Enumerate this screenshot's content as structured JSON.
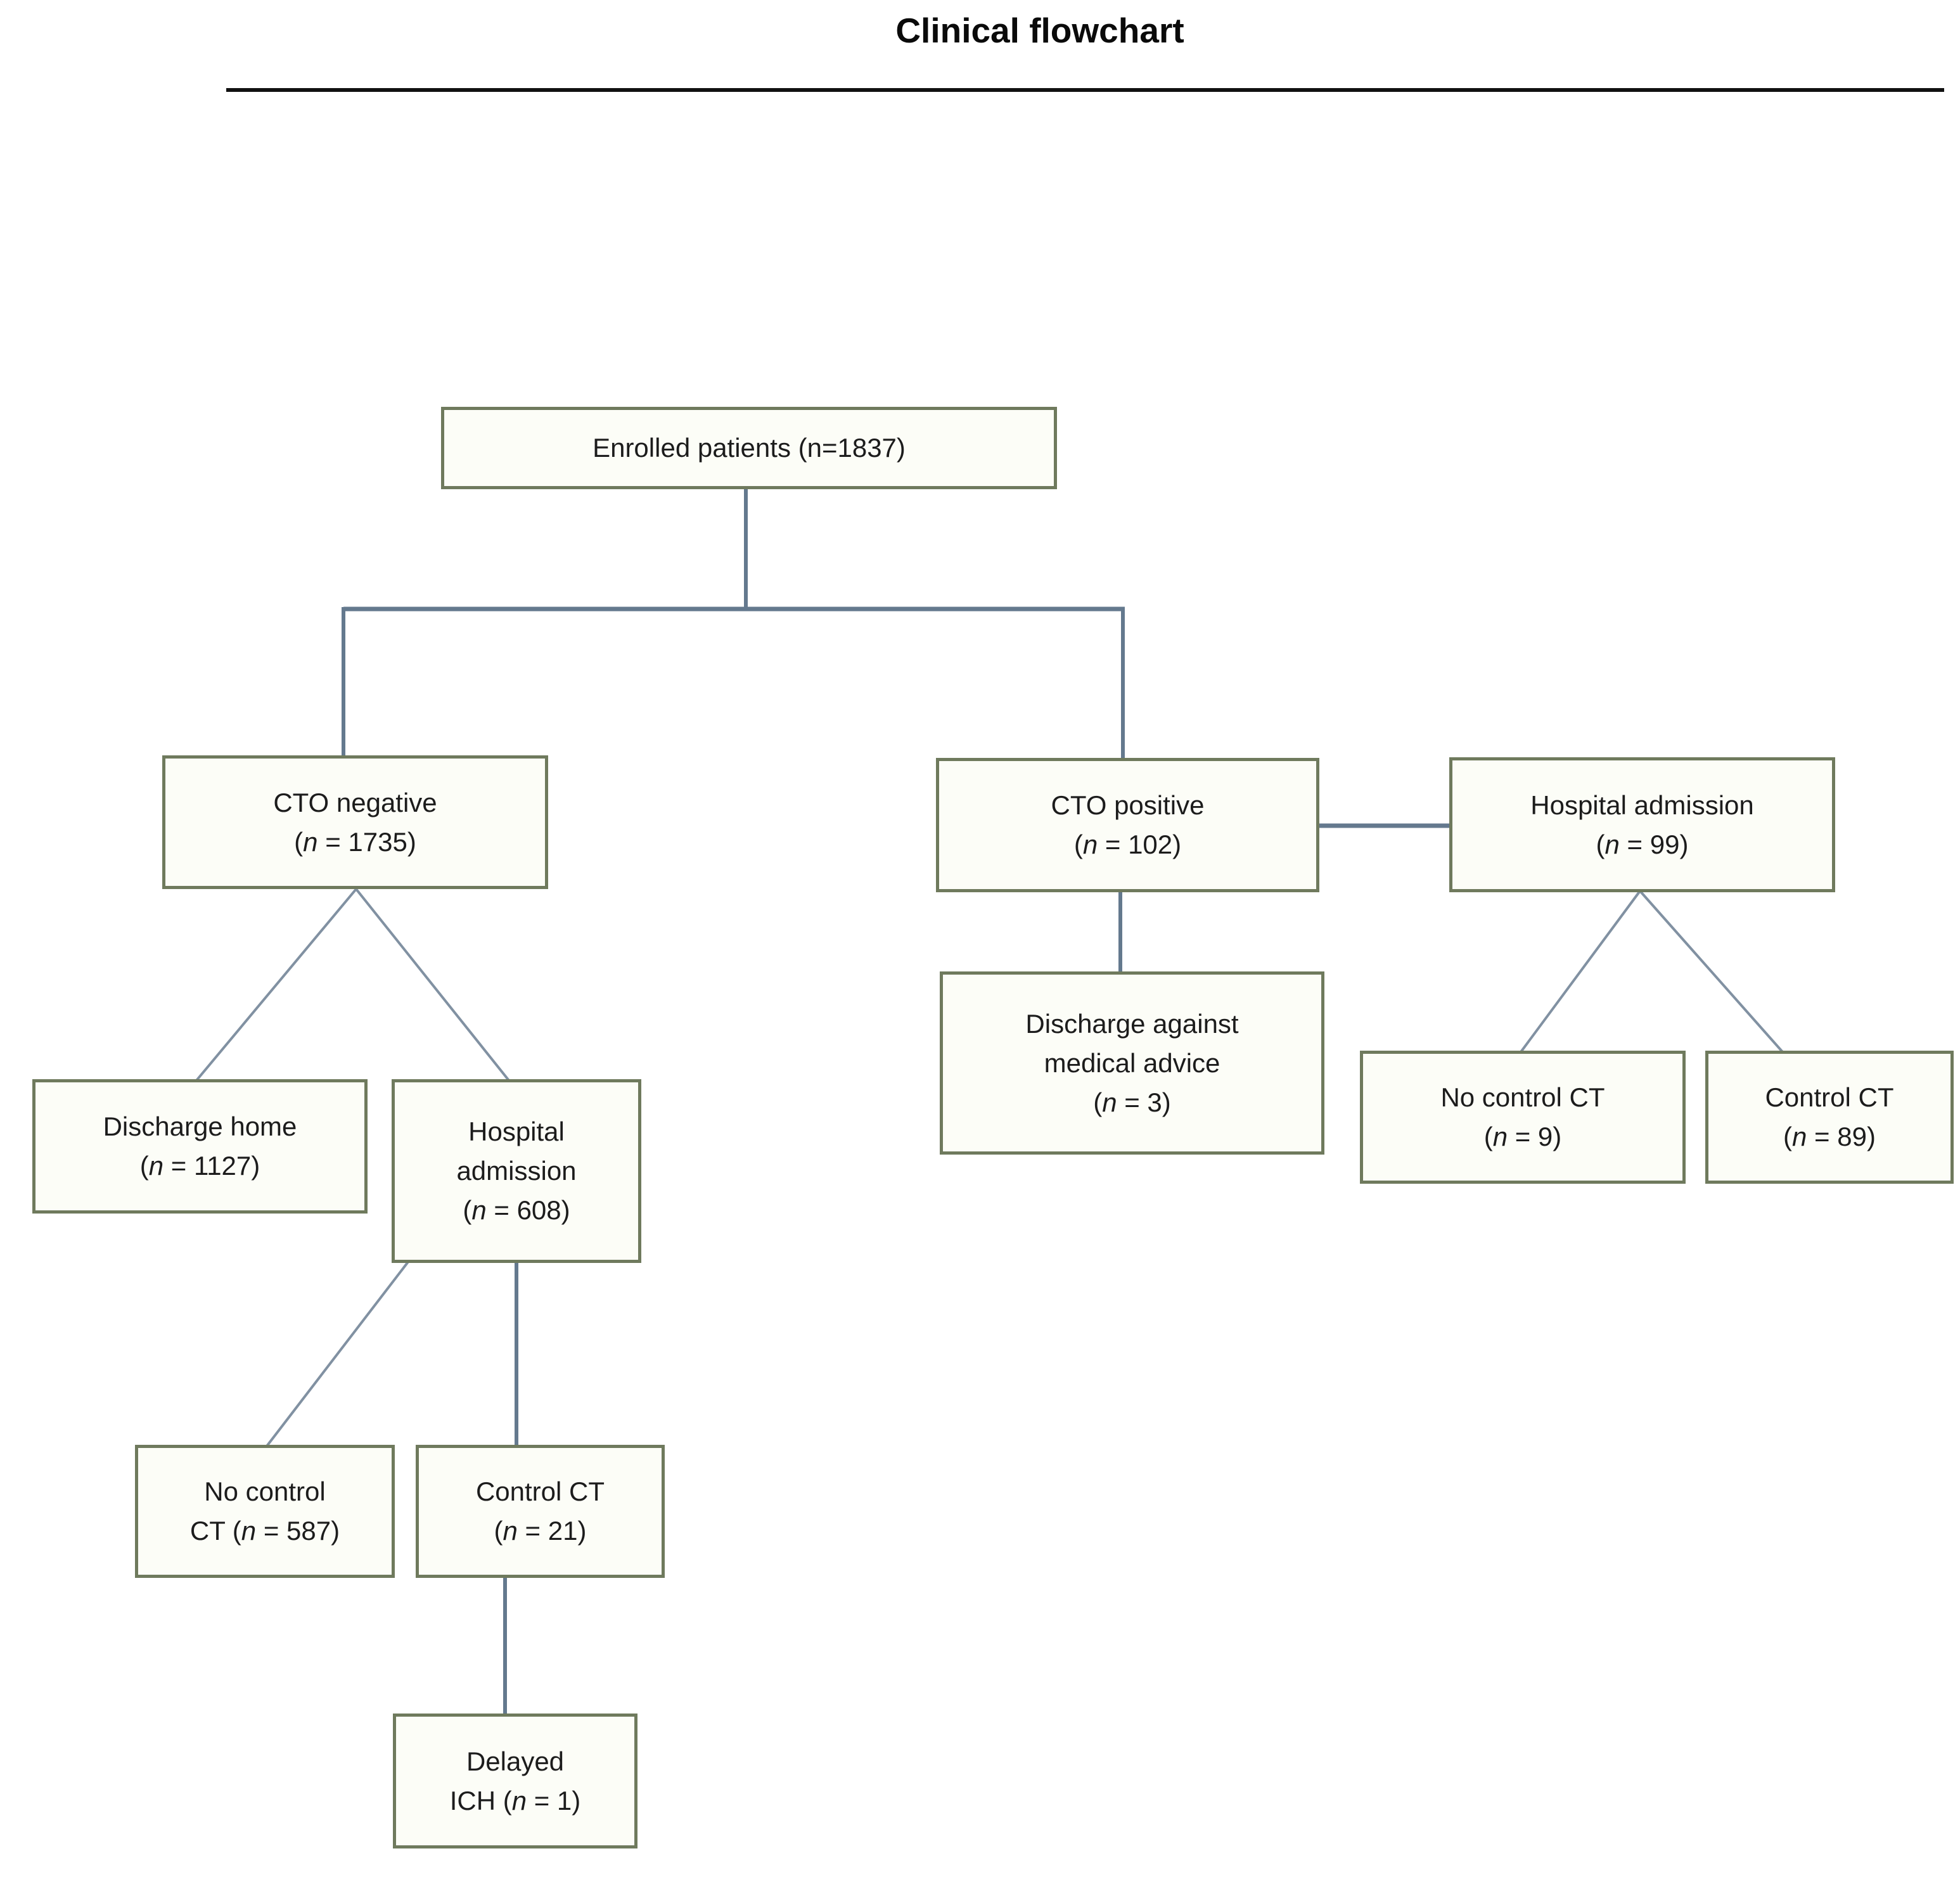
{
  "title": "Clinical flowchart",
  "colors": {
    "box_border": "#6f7a5d",
    "box_fill": "#fcfdf7",
    "connector": "#64798e",
    "connector_light": "#8191a2",
    "text": "#1c1c1c",
    "title_color": "#0a0a0a",
    "divider": "#111111",
    "background": "#ffffff"
  },
  "nodes": {
    "enrolled": {
      "lines": [
        "Enrolled patients (n=1837)"
      ]
    },
    "cto_negative": {
      "lines": [
        "CTO negative",
        "(n = 1735)"
      ]
    },
    "cto_positive": {
      "lines": [
        "CTO positive",
        "(n = 102)"
      ]
    },
    "hosp_adm_right": {
      "lines": [
        "Hospital admission",
        "(n = 99)"
      ]
    },
    "discharge_home": {
      "lines": [
        "Discharge home",
        "(n = 1127)"
      ]
    },
    "hosp_adm_left": {
      "lines": [
        "Hospital",
        "admission",
        "(n = 608)"
      ]
    },
    "discharge_against": {
      "lines": [
        "Discharge against",
        "medical advice",
        "(n = 3)"
      ]
    },
    "no_control_9": {
      "lines": [
        "No control CT",
        "(n = 9)"
      ]
    },
    "control_89": {
      "lines": [
        "Control CT",
        "(n = 89)"
      ]
    },
    "no_control_587": {
      "lines": [
        "No control",
        "CT (n = 587)"
      ]
    },
    "control_21": {
      "lines": [
        "Control CT",
        "(n = 21)"
      ]
    },
    "delayed_ich": {
      "lines": [
        "Delayed",
        "ICH (n = 1)"
      ]
    }
  },
  "edges": [
    {
      "from": "enrolled",
      "to": "cto_negative"
    },
    {
      "from": "enrolled",
      "to": "cto_positive"
    },
    {
      "from": "cto_positive",
      "to": "hosp_adm_right"
    },
    {
      "from": "cto_negative",
      "to": "discharge_home"
    },
    {
      "from": "cto_negative",
      "to": "hosp_adm_left"
    },
    {
      "from": "cto_positive",
      "to": "discharge_against"
    },
    {
      "from": "hosp_adm_right",
      "to": "no_control_9"
    },
    {
      "from": "hosp_adm_right",
      "to": "control_89"
    },
    {
      "from": "hosp_adm_left",
      "to": "no_control_587"
    },
    {
      "from": "hosp_adm_left",
      "to": "control_21"
    },
    {
      "from": "control_21",
      "to": "delayed_ich"
    }
  ]
}
